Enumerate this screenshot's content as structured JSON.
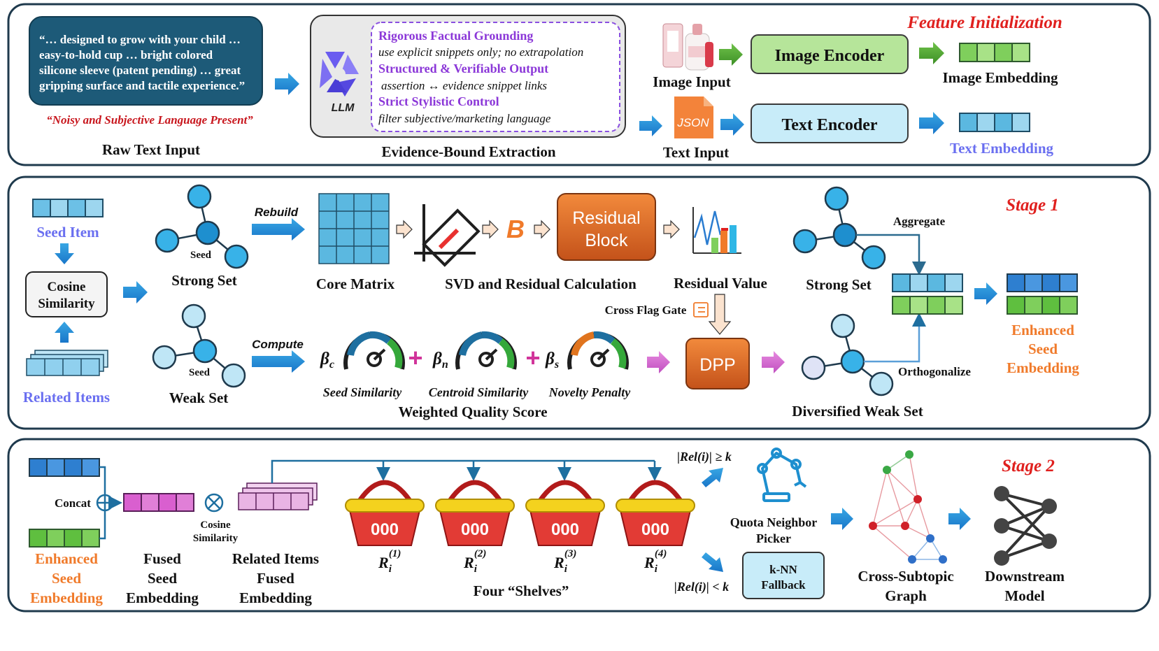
{
  "panel1": {
    "title": "Feature Initialization",
    "raw_quote": [
      "“… designed to grow with your child …",
      "easy-to-hold cup … bright colored",
      "silicone sleeve (patent pending) … great",
      "gripping surface and tactile experience.”"
    ],
    "noisy_note": "“Noisy and Subjective Language Present”",
    "raw_label": "Raw Text Input",
    "llm_label": "LLM",
    "rules": [
      {
        "heading": "Rigorous Factual Grounding",
        "detail": "use explicit snippets only; no extrapolation"
      },
      {
        "heading": "Structured & Verifiable Output",
        "detail": "assertion ↔ evidence snippet links"
      },
      {
        "heading": "Strict Stylistic Control",
        "detail": "filter subjective/marketing language"
      }
    ],
    "extraction_label": "Evidence-Bound Extraction",
    "image_input_label": "Image Input",
    "json_label": "JSON",
    "text_input_label": "Text Input",
    "image_encoder": "Image Encoder",
    "text_encoder": "Text Encoder",
    "image_embedding": "Image Embedding",
    "text_embedding": "Text Embedding"
  },
  "panel2": {
    "title": "Stage 1",
    "seed_item": "Seed Item",
    "cosine": [
      "Cosine",
      "Similarity"
    ],
    "related_items": "Related Items",
    "seed_tag": "Seed",
    "strong_set": "Strong Set",
    "weak_set": "Weak Set",
    "rebuild": "Rebuild",
    "compute": "Compute",
    "core_matrix": "Core Matrix",
    "svd_label": "SVD and Residual Calculation",
    "b_glyph": "B",
    "residual_block": [
      "Residual",
      "Block"
    ],
    "residual_value": "Residual Value",
    "cross_flag_gate": "Cross Flag Gate",
    "dpp": "DPP",
    "aggregate": "Aggregate",
    "orthogonalize": "Orthogonalize",
    "strong_set_right": "Strong Set",
    "diversified_weak_set": "Diversified Weak Set",
    "enhanced_seed": [
      "Enhanced",
      "Seed",
      "Embedding"
    ],
    "beta_c": "β",
    "beta_c_sub": "c",
    "beta_n": "β",
    "beta_n_sub": "n",
    "beta_s": "β",
    "beta_s_sub": "s",
    "plus": "+",
    "seed_similarity": "Seed Similarity",
    "centroid_similarity": "Centroid Similarity",
    "novelty_penalty": "Novelty Penalty",
    "weighted_quality": "Weighted Quality Score"
  },
  "panel3": {
    "title": "Stage 2",
    "concat": "Concat",
    "enhanced_seed": [
      "Enhanced",
      "Seed",
      "Embedding"
    ],
    "fused_seed": [
      "Fused",
      "Seed",
      "Embedding"
    ],
    "cosine": [
      "Cosine",
      "Similarity"
    ],
    "related_fused": [
      "Related Items",
      "Fused",
      "Embedding"
    ],
    "shelf_symbol": "R",
    "shelf_sub": "i",
    "shelf_sups": [
      "(1)",
      "(2)",
      "(3)",
      "(4)"
    ],
    "basket_text": "000",
    "four_shelves": "Four “Shelves”",
    "rel_ge": "|Rel(i)| ≥ k",
    "rel_lt": "|Rel(i)| < k",
    "quota_picker": [
      "Quota Neighbor",
      "Picker"
    ],
    "knn_fallback": [
      "k-NN",
      "Fallback"
    ],
    "graph_label": [
      "Cross-Subtopic",
      "Graph"
    ],
    "downstream": [
      "Downstream",
      "Model"
    ]
  }
}
